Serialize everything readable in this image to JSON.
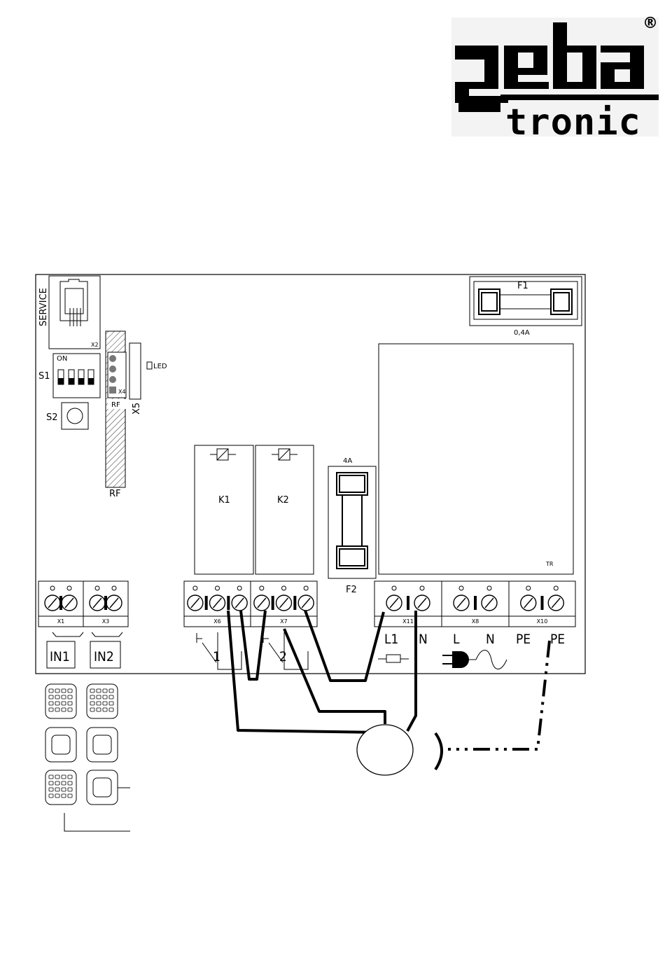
{
  "logo": {
    "brand_top": "geba",
    "brand_bottom": "tronic",
    "registered_mark": "®"
  },
  "board": {
    "service_label": "SERVICE",
    "connector_x2": "X2",
    "switch_s1": {
      "label": "S1",
      "on_label": "ON"
    },
    "button_s2": "S2",
    "rf_module": {
      "label_inner": "RF",
      "label_outer": "RF",
      "pin_label": "X4"
    },
    "connector_x5": "X5",
    "led_label": "LED",
    "fuse_f1": {
      "label": "F1",
      "rating": "0,4A"
    },
    "fuse_f2": {
      "label": "F2",
      "rating": "4A"
    },
    "transformer": "TR",
    "relays": [
      {
        "label": "K1"
      },
      {
        "label": "K2"
      }
    ],
    "terminal_blocks": [
      {
        "label": "X1"
      },
      {
        "label": "X3"
      },
      {
        "label": "X6"
      },
      {
        "label": "X7"
      },
      {
        "label": "X11"
      },
      {
        "label": "X8"
      },
      {
        "label": "X10"
      }
    ],
    "inputs": [
      {
        "label": "IN1"
      },
      {
        "label": "IN2"
      }
    ],
    "relay_outputs": [
      {
        "label": "1"
      },
      {
        "label": "2"
      }
    ],
    "supply_labels": [
      "L1",
      "N",
      "L",
      "N",
      "PE",
      "PE"
    ]
  }
}
